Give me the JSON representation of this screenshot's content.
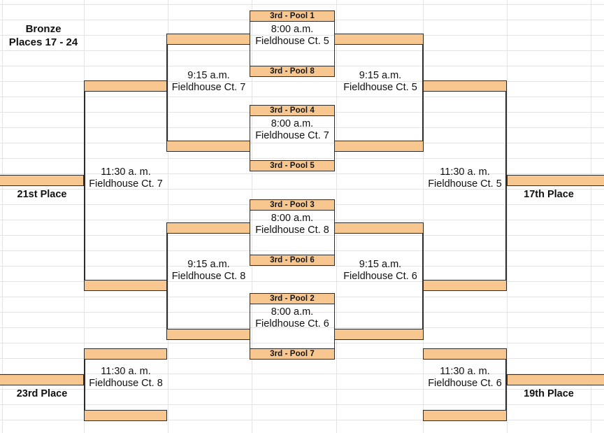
{
  "bracket": {
    "title_line1": "Bronze",
    "title_line2": "Places 17 - 24",
    "accent_color": "#f7c78f",
    "line_color": "#2b2b2b",
    "grid_color": "#e4e4e4"
  },
  "quarterfinals": [
    {
      "id": "qf-top-1",
      "top_seed": "3rd - Pool 1",
      "bottom_seed": "3rd - Pool 8",
      "time": "8:00 a.m.",
      "court": "Fieldhouse Ct. 5"
    },
    {
      "id": "qf-top-2",
      "top_seed": "3rd - Pool 4",
      "bottom_seed": "3rd - Pool 5",
      "time": "8:00 a.m.",
      "court": "Fieldhouse Ct. 7"
    },
    {
      "id": "qf-bottom-1",
      "top_seed": "3rd - Pool 3",
      "bottom_seed": "3rd - Pool 6",
      "time": "8:00 a.m.",
      "court": "Fieldhouse Ct. 8"
    },
    {
      "id": "qf-bottom-2",
      "top_seed": "3rd - Pool 2",
      "bottom_seed": "3rd - Pool 7",
      "time": "8:00 a.m.",
      "court": "Fieldhouse Ct. 6"
    }
  ],
  "semifinals": [
    {
      "id": "sf-left-upper",
      "side": "left",
      "time": "9:15 a.m.",
      "court": "Fieldhouse Ct. 7"
    },
    {
      "id": "sf-right-upper",
      "side": "right",
      "time": "9:15 a.m.",
      "court": "Fieldhouse Ct. 5"
    },
    {
      "id": "sf-left-lower",
      "side": "left",
      "time": "9:15 a.m.",
      "court": "Fieldhouse Ct. 8"
    },
    {
      "id": "sf-right-lower",
      "side": "right",
      "time": "9:15 a.m.",
      "court": "Fieldhouse Ct. 6"
    }
  ],
  "finals": [
    {
      "id": "final-21st",
      "time": "11:30 a. m.",
      "court": "Fieldhouse Ct. 7",
      "place": "21st Place"
    },
    {
      "id": "final-17th",
      "time": "11:30 a. m.",
      "court": "Fieldhouse Ct. 5",
      "place": "17th Place"
    },
    {
      "id": "final-23rd",
      "time": "11:30 a. m.",
      "court": "Fieldhouse Ct. 8",
      "place": "23rd Place"
    },
    {
      "id": "final-19th",
      "time": "11:30 a. m.",
      "court": "Fieldhouse Ct. 6",
      "place": "19th Place"
    }
  ]
}
